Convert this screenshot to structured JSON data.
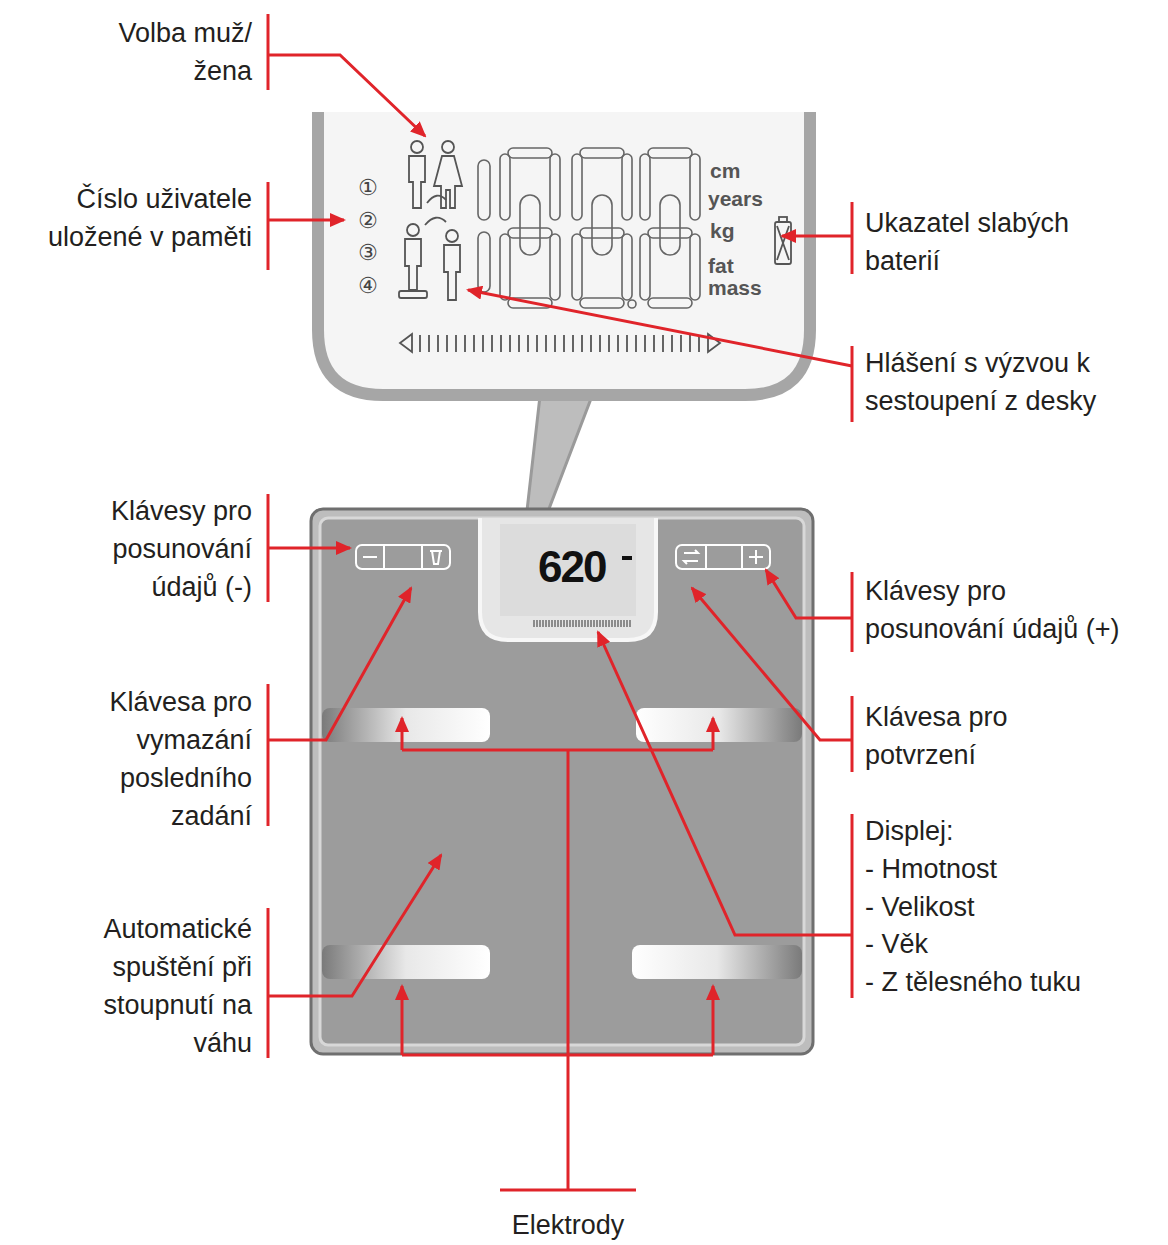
{
  "diagram": {
    "labels": [
      "Volba muž/žena",
      "Číslo uživatele uložené v paměti",
      "Ukazatel slabých baterií",
      "Hlášení s výzvou k sestoupení z desky",
      "Klávesy pro posunování údajů (-)",
      "Klávesy pro posunování údajů (+)",
      "Klávesa pro vymazání posledního zadání",
      "Klávesa pro potvrzení",
      "Displej:",
      "- Hmotnost",
      "- Velikost",
      "- Věk",
      "- Z tělesného tuku",
      "Automatické spuštění při stoupnutí na váhu",
      "Elektrody",
      "cm",
      "years",
      "kg",
      "fat mass",
      "①",
      "②",
      "③",
      "④",
      "620"
    ]
  }
}
